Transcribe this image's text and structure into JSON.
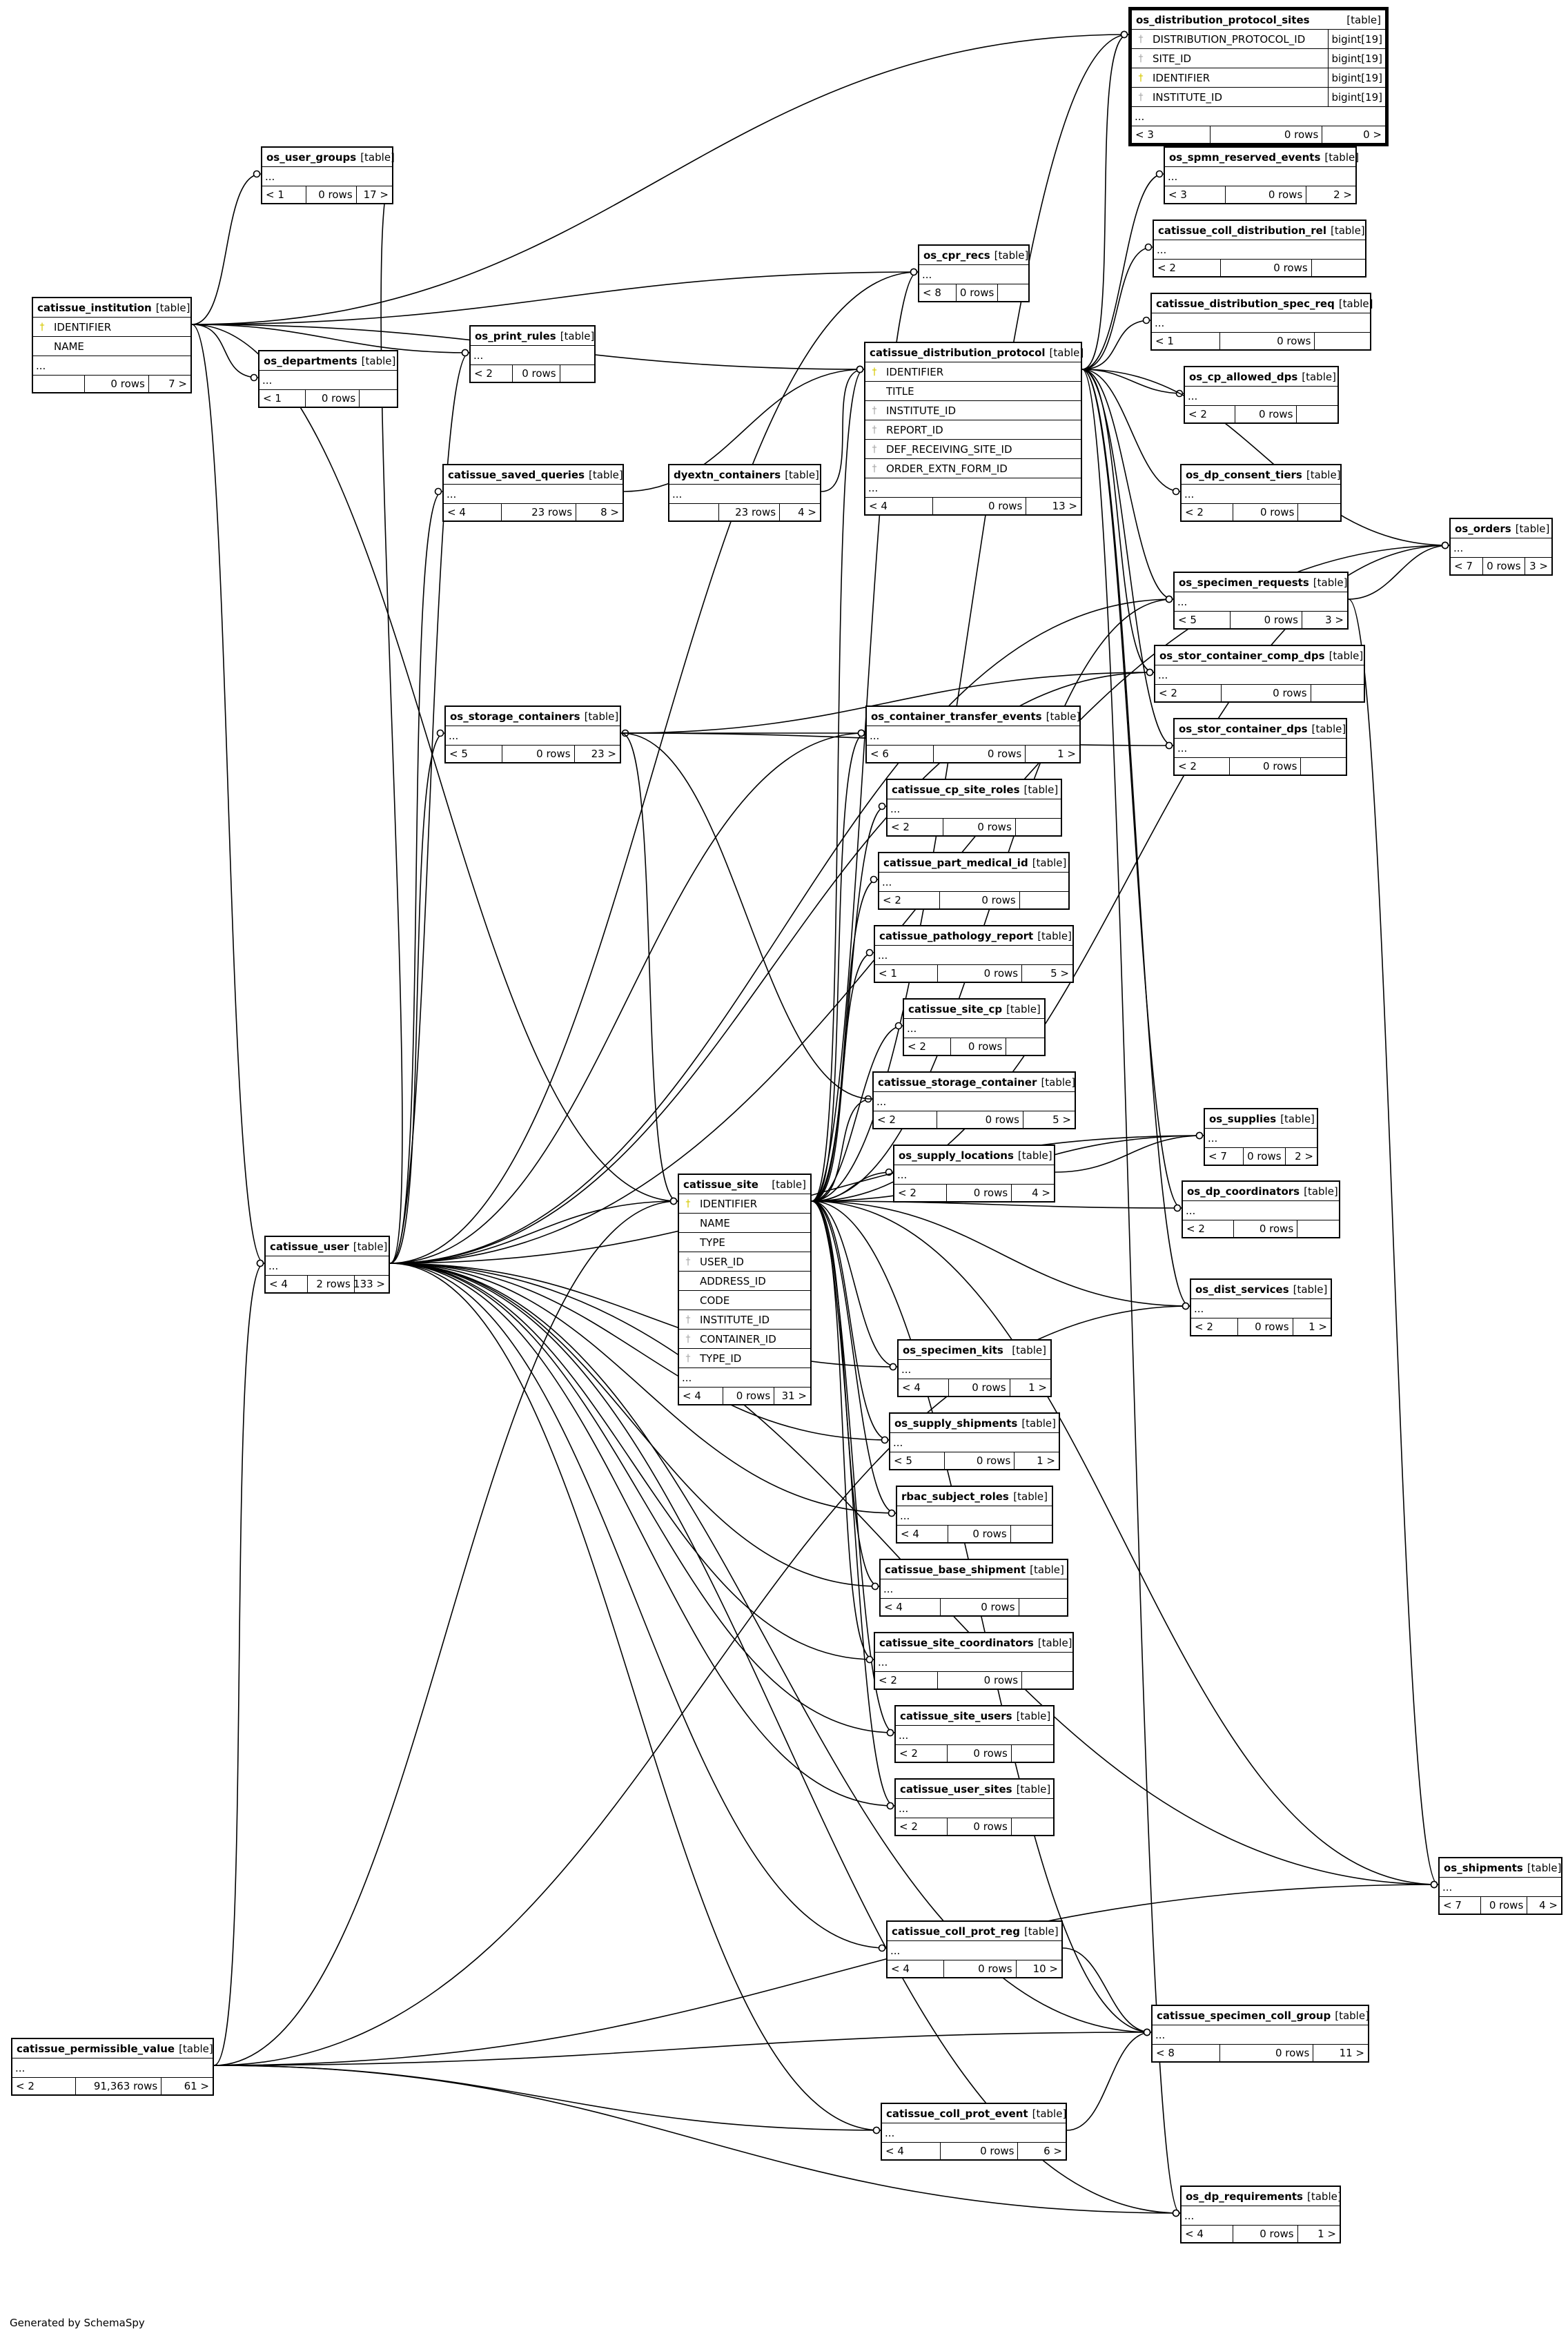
{
  "footer": "Generated by SchemaSpy",
  "colors": {
    "primary_key": "#d6c800",
    "foreign_key": "#a8a8a8",
    "line": "#000000"
  },
  "tables": [
    {
      "id": "os_distribution_protocol_sites",
      "name": "os_distribution_protocol_sites",
      "type": "[table]",
      "focus": true,
      "columns": [
        {
          "name": "DISTRIBUTION_PROTOCOL_ID",
          "key": "fk",
          "type": "bigint[19]"
        },
        {
          "name": "SITE_ID",
          "key": "fk",
          "type": "bigint[19]"
        },
        {
          "name": "IDENTIFIER",
          "key": "pk",
          "type": "bigint[19]"
        },
        {
          "name": "INSTITUTE_ID",
          "key": "fk",
          "type": "bigint[19]"
        }
      ],
      "parents": "< 3",
      "rows": "0 rows",
      "children": "0 >"
    },
    {
      "id": "os_user_groups",
      "name": "os_user_groups",
      "type": "[table]",
      "columns": [],
      "parents": "< 1",
      "rows": "0 rows",
      "children": "17 >"
    },
    {
      "id": "os_spmn_reserved_events",
      "name": "os_spmn_reserved_events",
      "type": "[table]",
      "columns": [],
      "parents": "< 3",
      "rows": "0 rows",
      "children": "2 >"
    },
    {
      "id": "catissue_coll_distribution_rel",
      "name": "catissue_coll_distribution_rel",
      "type": "[table]",
      "columns": [],
      "parents": "< 2",
      "rows": "0 rows",
      "children": ""
    },
    {
      "id": "os_cpr_recs",
      "name": "os_cpr_recs",
      "type": "[table]",
      "columns": [],
      "parents": "< 8",
      "rows": "0 rows",
      "children": ""
    },
    {
      "id": "catissue_distribution_spec_req",
      "name": "catissue_distribution_spec_req",
      "type": "[table]",
      "columns": [],
      "parents": "< 1",
      "rows": "0 rows",
      "children": ""
    },
    {
      "id": "catissue_institution",
      "name": "catissue_institution",
      "type": "[table]",
      "columns": [
        {
          "name": "IDENTIFIER",
          "key": "pk"
        },
        {
          "name": "NAME",
          "key": ""
        }
      ],
      "parents": "",
      "rows": "0 rows",
      "children": "7 >"
    },
    {
      "id": "os_print_rules",
      "name": "os_print_rules",
      "type": "[table]",
      "columns": [],
      "parents": "< 2",
      "rows": "0 rows",
      "children": ""
    },
    {
      "id": "catissue_distribution_protocol",
      "name": "catissue_distribution_protocol",
      "type": "[table]",
      "columns": [
        {
          "name": "IDENTIFIER",
          "key": "pk"
        },
        {
          "name": "TITLE",
          "key": ""
        },
        {
          "name": "INSTITUTE_ID",
          "key": "fk"
        },
        {
          "name": "REPORT_ID",
          "key": "fk"
        },
        {
          "name": "DEF_RECEIVING_SITE_ID",
          "key": "fk"
        },
        {
          "name": "ORDER_EXTN_FORM_ID",
          "key": "fk"
        }
      ],
      "parents": "< 4",
      "rows": "0 rows",
      "children": "13 >"
    },
    {
      "id": "os_departments",
      "name": "os_departments",
      "type": "[table]",
      "columns": [],
      "parents": "< 1",
      "rows": "0 rows",
      "children": ""
    },
    {
      "id": "os_cp_allowed_dps",
      "name": "os_cp_allowed_dps",
      "type": "[table]",
      "columns": [],
      "parents": "< 2",
      "rows": "0 rows",
      "children": ""
    },
    {
      "id": "catissue_saved_queries",
      "name": "catissue_saved_queries",
      "type": "[table]",
      "columns": [],
      "parents": "< 4",
      "rows": "23 rows",
      "children": "8 >"
    },
    {
      "id": "dyextn_containers",
      "name": "dyextn_containers",
      "type": "[table]",
      "columns": [],
      "parents": "",
      "rows": "23 rows",
      "children": "4 >"
    },
    {
      "id": "os_dp_consent_tiers",
      "name": "os_dp_consent_tiers",
      "type": "[table]",
      "columns": [],
      "parents": "< 2",
      "rows": "0 rows",
      "children": ""
    },
    {
      "id": "os_orders",
      "name": "os_orders",
      "type": "[table]",
      "columns": [],
      "parents": "< 7",
      "rows": "0 rows",
      "children": "3 >"
    },
    {
      "id": "os_specimen_requests",
      "name": "os_specimen_requests",
      "type": "[table]",
      "columns": [],
      "parents": "< 5",
      "rows": "0 rows",
      "children": "3 >"
    },
    {
      "id": "os_stor_container_comp_dps",
      "name": "os_stor_container_comp_dps",
      "type": "[table]",
      "columns": [],
      "parents": "< 2",
      "rows": "0 rows",
      "children": ""
    },
    {
      "id": "os_storage_containers",
      "name": "os_storage_containers",
      "type": "[table]",
      "columns": [],
      "parents": "< 5",
      "rows": "0 rows",
      "children": "23 >"
    },
    {
      "id": "os_container_transfer_events",
      "name": "os_container_transfer_events",
      "type": "[table]",
      "columns": [],
      "parents": "< 6",
      "rows": "0 rows",
      "children": "1 >"
    },
    {
      "id": "os_stor_container_dps",
      "name": "os_stor_container_dps",
      "type": "[table]",
      "columns": [],
      "parents": "< 2",
      "rows": "0 rows",
      "children": ""
    },
    {
      "id": "catissue_cp_site_roles",
      "name": "catissue_cp_site_roles",
      "type": "[table]",
      "columns": [],
      "parents": "< 2",
      "rows": "0 rows",
      "children": ""
    },
    {
      "id": "catissue_part_medical_id",
      "name": "catissue_part_medical_id",
      "type": "[table]",
      "columns": [],
      "parents": "< 2",
      "rows": "0 rows",
      "children": ""
    },
    {
      "id": "catissue_pathology_report",
      "name": "catissue_pathology_report",
      "type": "[table]",
      "columns": [],
      "parents": "< 1",
      "rows": "0 rows",
      "children": "5 >"
    },
    {
      "id": "catissue_site_cp",
      "name": "catissue_site_cp",
      "type": "[table]",
      "columns": [],
      "parents": "< 2",
      "rows": "0 rows",
      "children": ""
    },
    {
      "id": "catissue_storage_container",
      "name": "catissue_storage_container",
      "type": "[table]",
      "columns": [],
      "parents": "< 2",
      "rows": "0 rows",
      "children": "5 >"
    },
    {
      "id": "os_supplies",
      "name": "os_supplies",
      "type": "[table]",
      "columns": [],
      "parents": "< 7",
      "rows": "0 rows",
      "children": "2 >"
    },
    {
      "id": "os_supply_locations",
      "name": "os_supply_locations",
      "type": "[table]",
      "columns": [],
      "parents": "< 2",
      "rows": "0 rows",
      "children": "4 >"
    },
    {
      "id": "os_dp_coordinators",
      "name": "os_dp_coordinators",
      "type": "[table]",
      "columns": [],
      "parents": "< 2",
      "rows": "0 rows",
      "children": ""
    },
    {
      "id": "catissue_site",
      "name": "catissue_site",
      "type": "[table]",
      "columns": [
        {
          "name": "IDENTIFIER",
          "key": "pk"
        },
        {
          "name": "NAME",
          "key": ""
        },
        {
          "name": "TYPE",
          "key": ""
        },
        {
          "name": "USER_ID",
          "key": "fk"
        },
        {
          "name": "ADDRESS_ID",
          "key": ""
        },
        {
          "name": "CODE",
          "key": ""
        },
        {
          "name": "INSTITUTE_ID",
          "key": "fk"
        },
        {
          "name": "CONTAINER_ID",
          "key": "fk"
        },
        {
          "name": "TYPE_ID",
          "key": "fk"
        }
      ],
      "parents": "< 4",
      "rows": "0 rows",
      "children": "31 >"
    },
    {
      "id": "catissue_user",
      "name": "catissue_user",
      "type": "[table]",
      "columns": [],
      "parents": "< 4",
      "rows": "2 rows",
      "children": "133 >"
    },
    {
      "id": "os_dist_services",
      "name": "os_dist_services",
      "type": "[table]",
      "columns": [],
      "parents": "< 2",
      "rows": "0 rows",
      "children": "1 >"
    },
    {
      "id": "os_specimen_kits",
      "name": "os_specimen_kits",
      "type": "[table]",
      "columns": [],
      "parents": "< 4",
      "rows": "0 rows",
      "children": "1 >"
    },
    {
      "id": "os_supply_shipments",
      "name": "os_supply_shipments",
      "type": "[table]",
      "columns": [],
      "parents": "< 5",
      "rows": "0 rows",
      "children": "1 >"
    },
    {
      "id": "rbac_subject_roles",
      "name": "rbac_subject_roles",
      "type": "[table]",
      "columns": [],
      "parents": "< 4",
      "rows": "0 rows",
      "children": ""
    },
    {
      "id": "catissue_base_shipment",
      "name": "catissue_base_shipment",
      "type": "[table]",
      "columns": [],
      "parents": "< 4",
      "rows": "0 rows",
      "children": ""
    },
    {
      "id": "catissue_site_coordinators",
      "name": "catissue_site_coordinators",
      "type": "[table]",
      "columns": [],
      "parents": "< 2",
      "rows": "0 rows",
      "children": ""
    },
    {
      "id": "catissue_site_users",
      "name": "catissue_site_users",
      "type": "[table]",
      "columns": [],
      "parents": "< 2",
      "rows": "0 rows",
      "children": ""
    },
    {
      "id": "catissue_user_sites",
      "name": "catissue_user_sites",
      "type": "[table]",
      "columns": [],
      "parents": "< 2",
      "rows": "0 rows",
      "children": ""
    },
    {
      "id": "os_shipments",
      "name": "os_shipments",
      "type": "[table]",
      "columns": [],
      "parents": "< 7",
      "rows": "0 rows",
      "children": "4 >"
    },
    {
      "id": "catissue_coll_prot_reg",
      "name": "catissue_coll_prot_reg",
      "type": "[table]",
      "columns": [],
      "parents": "< 4",
      "rows": "0 rows",
      "children": "10 >"
    },
    {
      "id": "catissue_specimen_coll_group",
      "name": "catissue_specimen_coll_group",
      "type": "[table]",
      "columns": [],
      "parents": "< 8",
      "rows": "0 rows",
      "children": "11 >"
    },
    {
      "id": "catissue_permissible_value",
      "name": "catissue_permissible_value",
      "type": "[table]",
      "columns": [],
      "parents": "< 2",
      "rows": "91,363 rows",
      "children": "61 >"
    },
    {
      "id": "catissue_coll_prot_event",
      "name": "catissue_coll_prot_event",
      "type": "[table]",
      "columns": [],
      "parents": "< 4",
      "rows": "0 rows",
      "children": "6 >"
    },
    {
      "id": "os_dp_requirements",
      "name": "os_dp_requirements",
      "type": "[table]",
      "columns": [],
      "parents": "< 4",
      "rows": "0 rows",
      "children": "1 >"
    }
  ],
  "edges": [
    [
      "catissue_institution",
      "os_user_groups"
    ],
    [
      "catissue_institution",
      "os_distribution_protocol_sites"
    ],
    [
      "catissue_institution",
      "os_cpr_recs"
    ],
    [
      "catissue_institution",
      "os_print_rules"
    ],
    [
      "catissue_institution",
      "os_departments"
    ],
    [
      "catissue_institution",
      "catissue_distribution_protocol"
    ],
    [
      "catissue_institution",
      "catissue_site"
    ],
    [
      "catissue_institution",
      "catissue_user"
    ],
    [
      "catissue_distribution_protocol",
      "os_distribution_protocol_sites"
    ],
    [
      "catissue_distribution_protocol",
      "os_spmn_reserved_events"
    ],
    [
      "catissue_distribution_protocol",
      "catissue_coll_distribution_rel"
    ],
    [
      "catissue_distribution_protocol",
      "catissue_distribution_spec_req"
    ],
    [
      "catissue_distribution_protocol",
      "os_cp_allowed_dps"
    ],
    [
      "catissue_distribution_protocol",
      "os_dp_consent_tiers"
    ],
    [
      "catissue_distribution_protocol",
      "os_orders"
    ],
    [
      "catissue_distribution_protocol",
      "os_specimen_requests"
    ],
    [
      "catissue_distribution_protocol",
      "os_stor_container_comp_dps"
    ],
    [
      "catissue_distribution_protocol",
      "os_stor_container_dps"
    ],
    [
      "catissue_distribution_protocol",
      "os_dp_coordinators"
    ],
    [
      "catissue_distribution_protocol",
      "os_dist_services"
    ],
    [
      "catissue_distribution_protocol",
      "os_dp_requirements"
    ],
    [
      "catissue_site",
      "os_distribution_protocol_sites"
    ],
    [
      "catissue_site",
      "catissue_distribution_protocol"
    ],
    [
      "catissue_site",
      "os_cpr_recs"
    ],
    [
      "catissue_site",
      "os_container_transfer_events"
    ],
    [
      "catissue_site",
      "catissue_cp_site_roles"
    ],
    [
      "catissue_site",
      "catissue_part_medical_id"
    ],
    [
      "catissue_site",
      "catissue_pathology_report"
    ],
    [
      "catissue_site",
      "catissue_site_cp"
    ],
    [
      "catissue_site",
      "catissue_storage_container"
    ],
    [
      "catissue_site",
      "os_supply_locations"
    ],
    [
      "catissue_site",
      "os_supplies"
    ],
    [
      "catissue_site",
      "os_dp_coordinators"
    ],
    [
      "catissue_site",
      "os_dist_services"
    ],
    [
      "catissue_site",
      "os_specimen_kits"
    ],
    [
      "catissue_site",
      "os_supply_shipments"
    ],
    [
      "catissue_site",
      "rbac_subject_roles"
    ],
    [
      "catissue_site",
      "catissue_base_shipment"
    ],
    [
      "catissue_site",
      "catissue_site_coordinators"
    ],
    [
      "catissue_site",
      "catissue_site_users"
    ],
    [
      "catissue_site",
      "catissue_user_sites"
    ],
    [
      "catissue_site",
      "os_shipments"
    ],
    [
      "catissue_site",
      "os_orders"
    ],
    [
      "catissue_site",
      "os_specimen_requests"
    ],
    [
      "catissue_site",
      "catissue_specimen_coll_group"
    ],
    [
      "catissue_user",
      "os_user_groups"
    ],
    [
      "catissue_user",
      "os_cpr_recs"
    ],
    [
      "catissue_user",
      "os_print_rules"
    ],
    [
      "catissue_user",
      "catissue_saved_queries"
    ],
    [
      "catissue_user",
      "os_storage_containers"
    ],
    [
      "catissue_user",
      "os_container_transfer_events"
    ],
    [
      "catissue_user",
      "os_orders"
    ],
    [
      "catissue_user",
      "os_specimen_requests"
    ],
    [
      "catissue_user",
      "os_stor_container_comp_dps"
    ],
    [
      "catissue_user",
      "catissue_site"
    ],
    [
      "catissue_user",
      "os_specimen_kits"
    ],
    [
      "catissue_user",
      "os_supply_shipments"
    ],
    [
      "catissue_user",
      "rbac_subject_roles"
    ],
    [
      "catissue_user",
      "catissue_base_shipment"
    ],
    [
      "catissue_user",
      "catissue_site_coordinators"
    ],
    [
      "catissue_user",
      "catissue_site_users"
    ],
    [
      "catissue_user",
      "catissue_user_sites"
    ],
    [
      "catissue_user",
      "os_shipments"
    ],
    [
      "catissue_user",
      "catissue_coll_prot_reg"
    ],
    [
      "catissue_user",
      "catissue_specimen_coll_group"
    ],
    [
      "catissue_user",
      "catissue_coll_prot_event"
    ],
    [
      "catissue_user",
      "os_dp_requirements"
    ],
    [
      "catissue_user",
      "os_supplies"
    ],
    [
      "catissue_storage_container",
      "os_storage_containers"
    ],
    [
      "os_storage_containers",
      "os_container_transfer_events"
    ],
    [
      "os_storage_containers",
      "catissue_site"
    ],
    [
      "os_storage_containers",
      "os_stor_container_comp_dps"
    ],
    [
      "os_storage_containers",
      "os_stor_container_dps"
    ],
    [
      "dyextn_containers",
      "catissue_distribution_protocol"
    ],
    [
      "catissue_saved_queries",
      "catissue_distribution_protocol"
    ],
    [
      "os_specimen_requests",
      "os_orders"
    ],
    [
      "os_specimen_requests",
      "os_shipments"
    ],
    [
      "os_supply_locations",
      "os_supplies"
    ],
    [
      "catissue_coll_prot_reg",
      "catissue_specimen_coll_group"
    ],
    [
      "catissue_coll_prot_event",
      "catissue_specimen_coll_group"
    ],
    [
      "catissue_permissible_value",
      "catissue_user"
    ],
    [
      "catissue_permissible_value",
      "catissue_site"
    ],
    [
      "catissue_permissible_value",
      "catissue_specimen_coll_group"
    ],
    [
      "catissue_permissible_value",
      "catissue_coll_prot_event"
    ],
    [
      "catissue_permissible_value",
      "os_dp_requirements"
    ],
    [
      "catissue_permissible_value",
      "os_shipments"
    ],
    [
      "catissue_permissible_value",
      "os_dist_services"
    ]
  ]
}
